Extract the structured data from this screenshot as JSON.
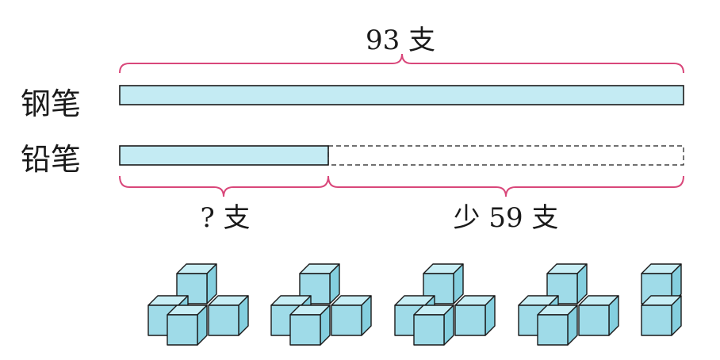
{
  "diagram": {
    "total_label": "93 支",
    "rows": [
      {
        "name": "钢笔"
      },
      {
        "name": "铅笔"
      }
    ],
    "unknown_label": "? 支",
    "difference_label": "少 59 支",
    "values": {
      "total": 93,
      "difference": 59
    },
    "colors": {
      "bar_fill": "#c4ebf3",
      "bar_stroke": "#1a1a1a",
      "brace": "#d9477a",
      "cube_front": "#9fdbe8",
      "cube_top": "#c8eef5",
      "cube_side": "#84cfdf"
    },
    "cube_groups": [
      {
        "kind": "cluster-of-four",
        "count": 4
      },
      {
        "kind": "cluster-of-four",
        "count": 4
      },
      {
        "kind": "cluster-of-four",
        "count": 4
      },
      {
        "kind": "cluster-of-four",
        "count": 4
      },
      {
        "kind": "column-of-two",
        "count": 2
      }
    ]
  }
}
